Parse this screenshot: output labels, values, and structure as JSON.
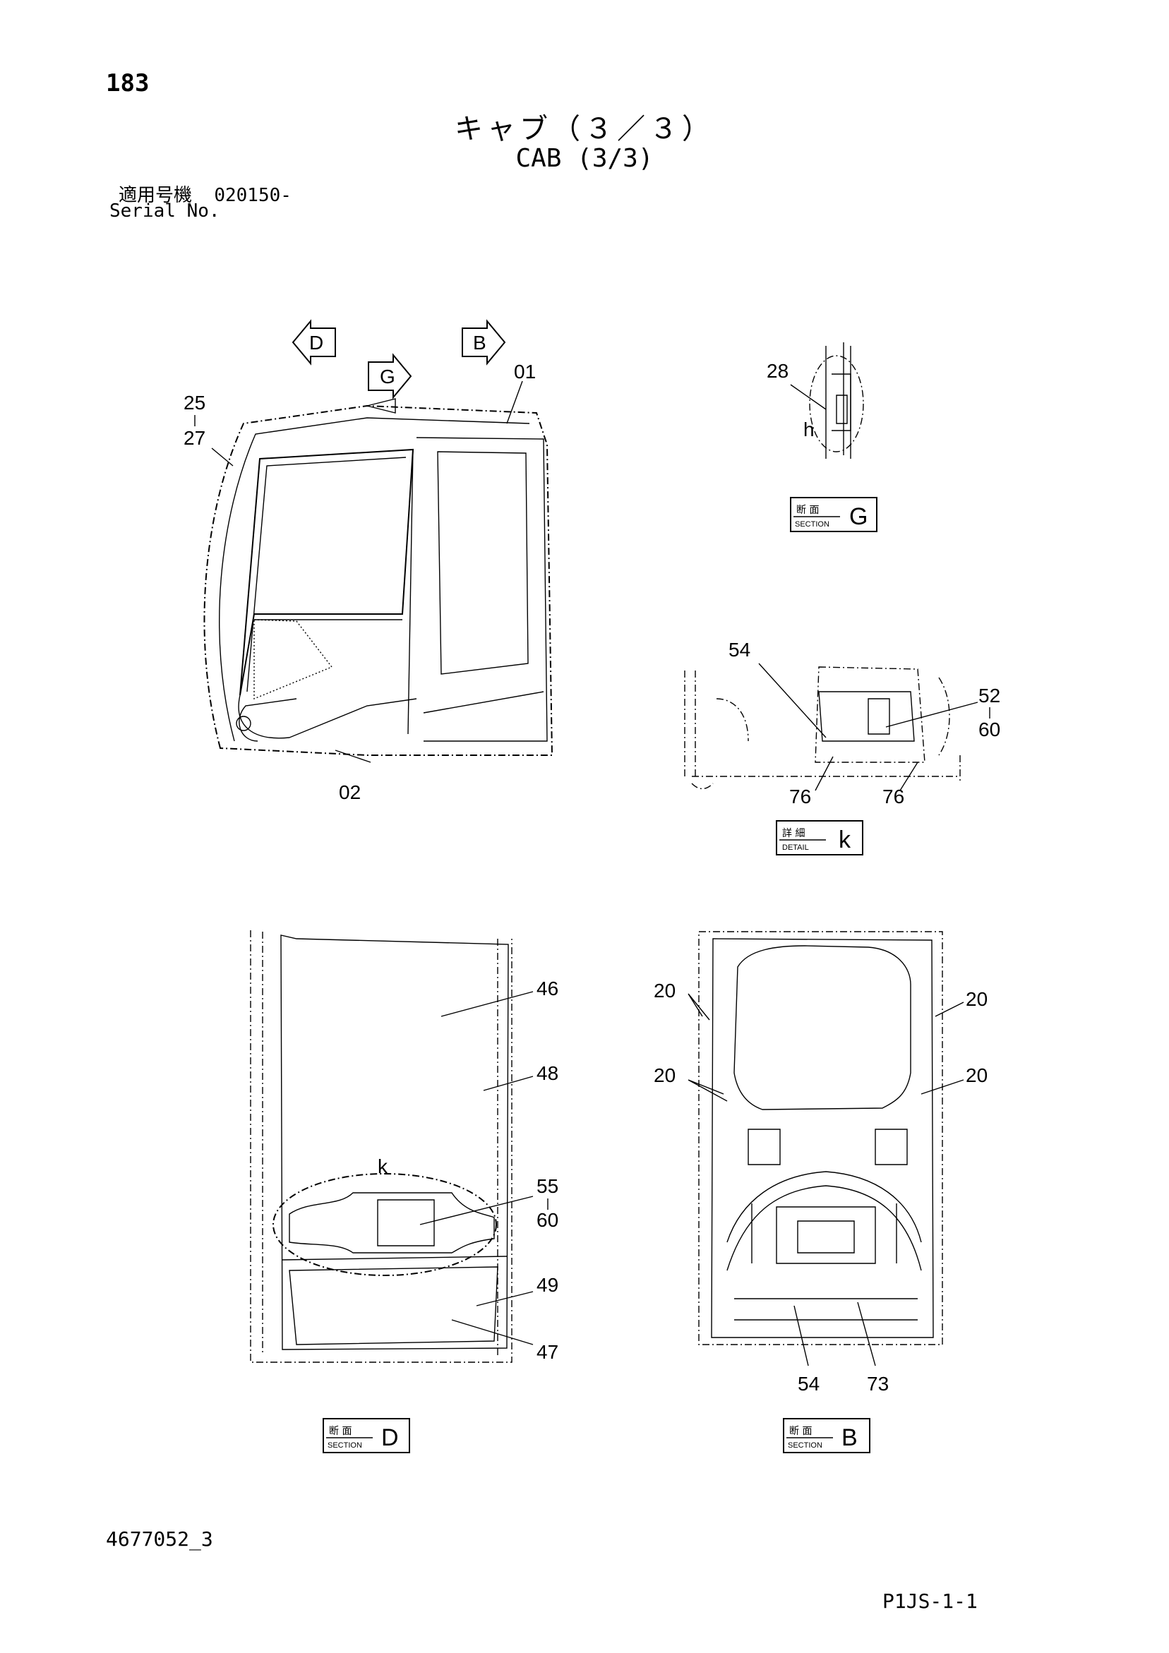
{
  "header": {
    "page_number": "183",
    "title_jp": "キャブ（３／３）",
    "title_en": "CAB (3/3)",
    "serial_label_jp": "適用号機",
    "serial_value": "020150-",
    "serial_label_en": "Serial No."
  },
  "footer": {
    "document_number": "4677052_3",
    "page_reference": "P1JS-1-1"
  },
  "view_arrows": [
    "D",
    "G",
    "B"
  ],
  "callouts": {
    "view_main": [
      "01",
      "25",
      "27",
      "02"
    ],
    "section_g": [
      "28",
      "h"
    ],
    "detail_k": [
      "54",
      "52",
      "60",
      "76",
      "76"
    ],
    "section_d": [
      "46",
      "48",
      "k",
      "55",
      "60",
      "49",
      "47"
    ],
    "section_b": [
      "20",
      "20",
      "20",
      "20",
      "54",
      "73"
    ]
  },
  "view_boxes": [
    {
      "jp": "断 面",
      "en": "SECTION",
      "letter": "G"
    },
    {
      "jp": "詳 細",
      "en": "DETAIL",
      "letter": "k"
    },
    {
      "jp": "断 面",
      "en": "SECTION",
      "letter": "D"
    },
    {
      "jp": "断 面",
      "en": "SECTION",
      "letter": "B"
    }
  ]
}
